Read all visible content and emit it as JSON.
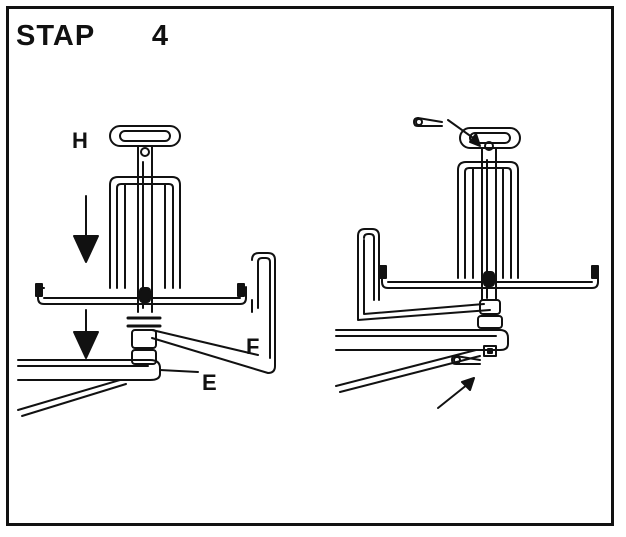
{
  "step": {
    "title": "STAP   4"
  },
  "labels": {
    "h": "H",
    "e": "E",
    "f": "F"
  },
  "colors": {
    "line": "#111111",
    "background": "#ffffff"
  },
  "icons": {
    "down_arrow": "down-arrow-icon",
    "pointer_arrow": "pointer-arrow-icon",
    "cotter_pin": "cotter-pin-icon"
  }
}
